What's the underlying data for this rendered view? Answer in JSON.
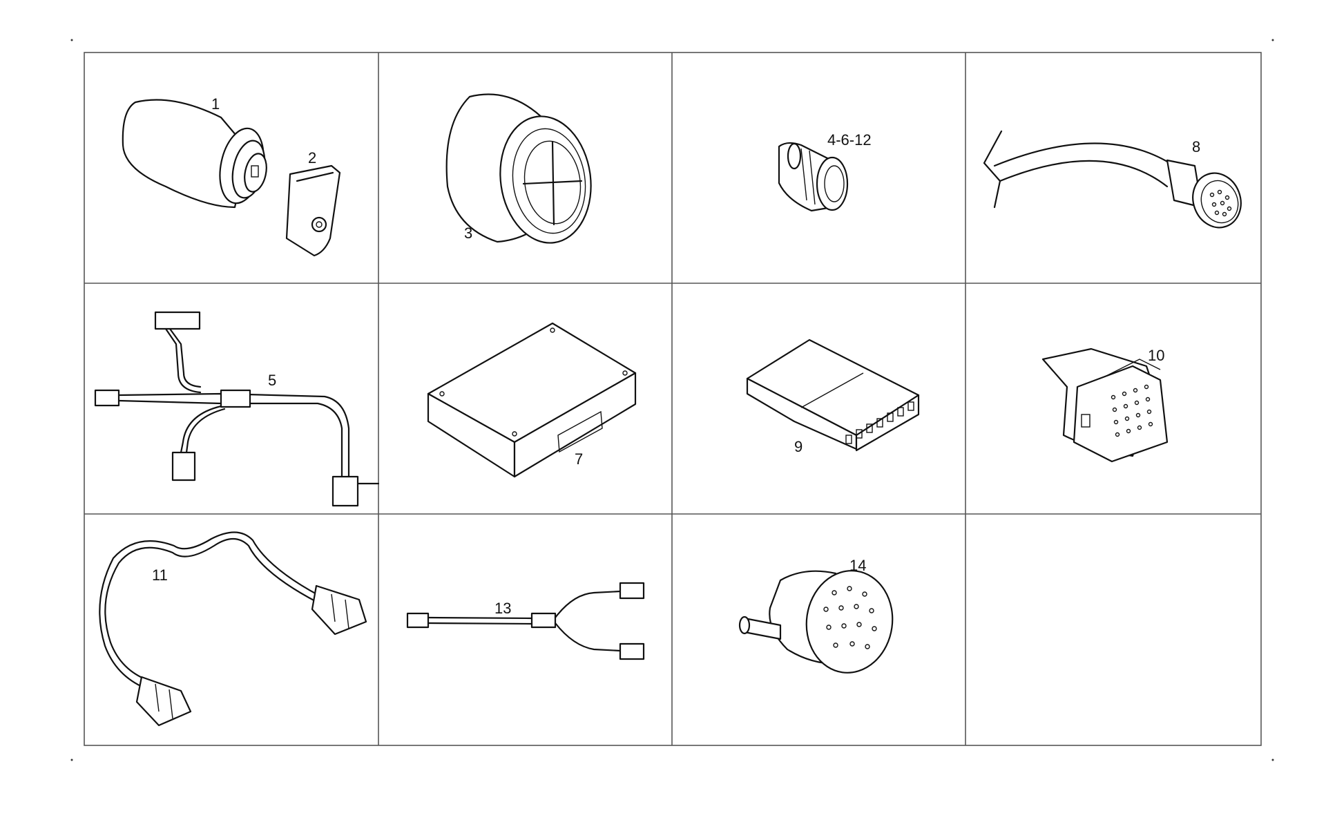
{
  "diagram": {
    "parts": [
      {
        "label": "1"
      },
      {
        "label": "2"
      },
      {
        "label": "3"
      },
      {
        "label": "4-6-12"
      },
      {
        "label": "8"
      },
      {
        "label": "5"
      },
      {
        "label": "7"
      },
      {
        "label": "9"
      },
      {
        "label": "10"
      },
      {
        "label": "11"
      },
      {
        "label": "13"
      },
      {
        "label": "14"
      }
    ]
  }
}
